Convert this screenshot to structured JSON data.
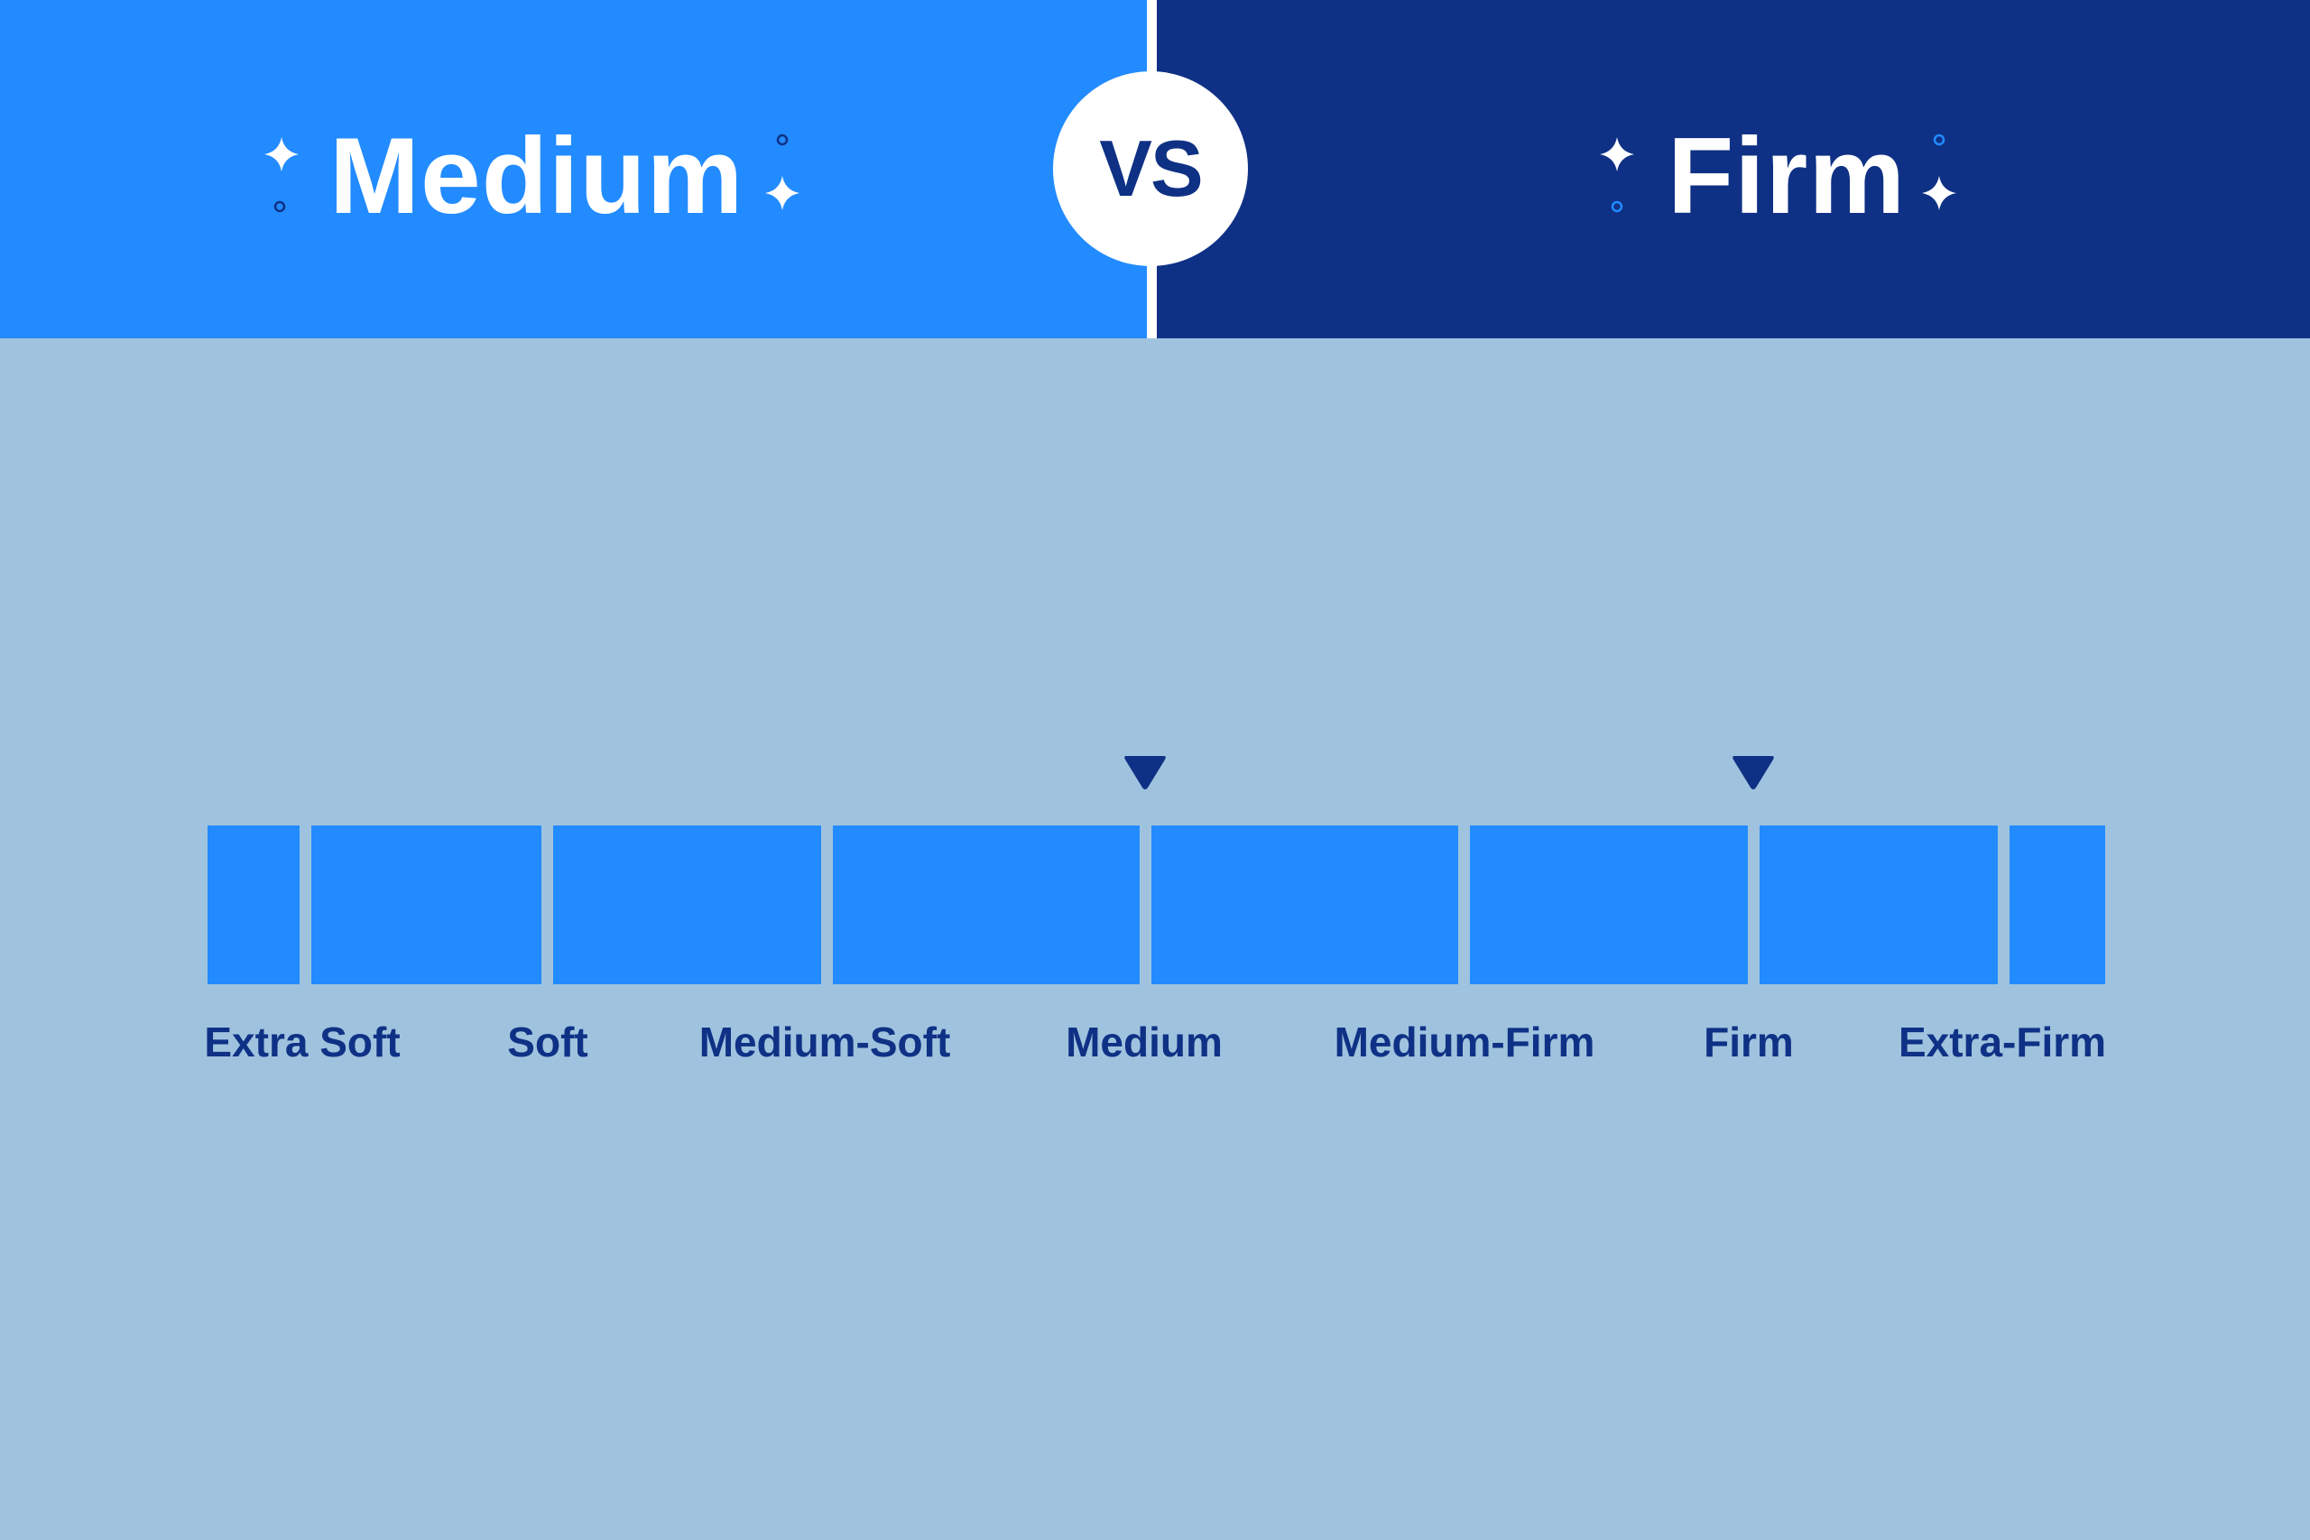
{
  "colors": {
    "background": "#9fc3de",
    "left_panel": "#228bff",
    "right_panel": "#0f3185",
    "segment_fill": "#228bff",
    "label_text": "#0f3185"
  },
  "header": {
    "left_title": "Medium",
    "vs_label": "VS",
    "right_title": "Firm",
    "decorations": [
      "sparkle-icon",
      "ring-icon"
    ]
  },
  "firmness_scale": {
    "levels": [
      "Extra Soft",
      "Soft",
      "Medium-Soft",
      "Medium",
      "Medium-Firm",
      "Firm",
      "Extra-Firm"
    ],
    "markers": [
      {
        "level": "Medium",
        "icon": "triangle-down-icon"
      },
      {
        "level": "Firm",
        "icon": "triangle-down-icon"
      }
    ]
  }
}
